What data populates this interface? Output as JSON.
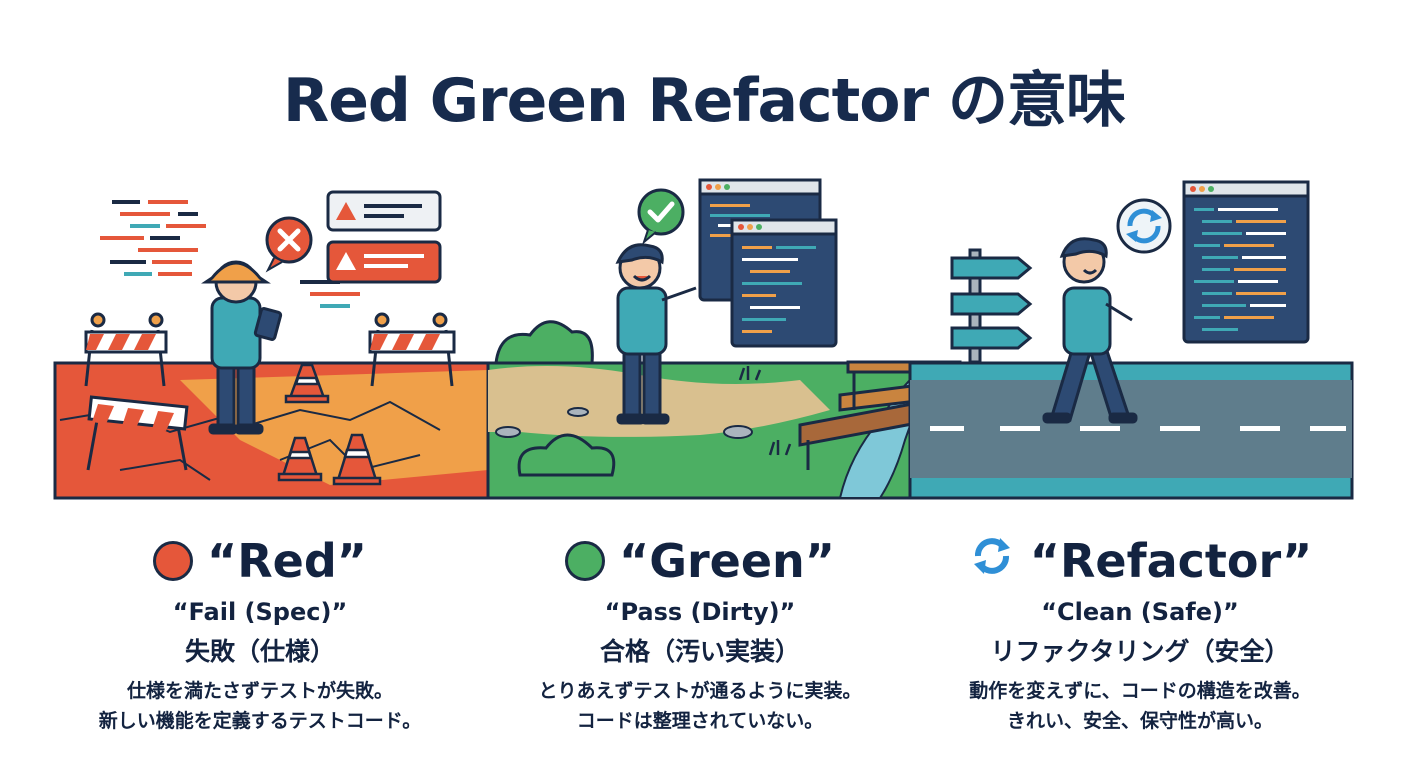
{
  "title": "Red Green Refactor の意味",
  "colors": {
    "red": "#e5573a",
    "orange": "#f0a049",
    "green": "#4caf63",
    "sand": "#d9c08f",
    "teal": "#3fa9b5",
    "road": "#5f7d8c",
    "navy": "#172b4d",
    "blue_refresh": "#2f8fd6"
  },
  "columns": [
    {
      "key": "red",
      "icon": "red-circle",
      "heading": "“Red”",
      "subtitle_en": "“Fail (Spec)”",
      "subtitle_jp": "失敗（仕様）",
      "desc_line1": "仕様を満たさずテストが失敗。",
      "desc_line2": "新しい機能を定義するテストコード。"
    },
    {
      "key": "green",
      "icon": "green-circle",
      "heading": "“Green”",
      "subtitle_en": "“Pass (Dirty)”",
      "subtitle_jp": "合格（汚い実装）",
      "desc_line1": "とりあえずテストが通るように実装。",
      "desc_line2": "コードは整理されていない。"
    },
    {
      "key": "refactor",
      "icon": "refresh-icon",
      "heading": "“Refactor”",
      "subtitle_en": "“Clean (Safe)”",
      "subtitle_jp": "リファクタリング（安全）",
      "desc_line1": "動作を変えずに、コードの構造を改善。",
      "desc_line2": "きれい、安全、保守性が高い。"
    }
  ]
}
